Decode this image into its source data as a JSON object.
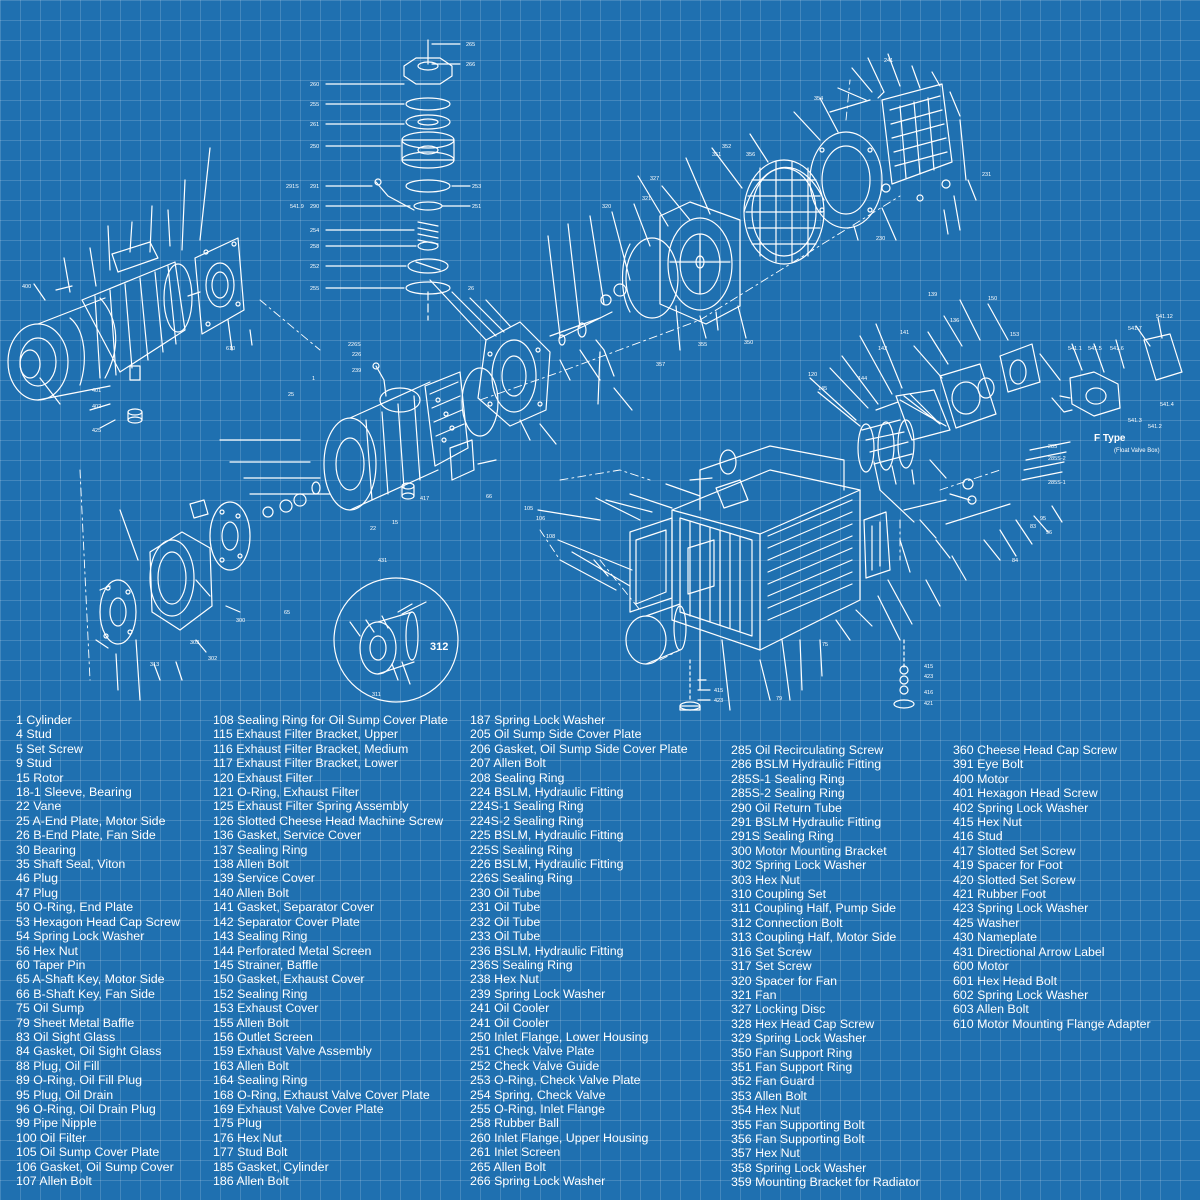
{
  "diagram": {
    "f_type_title": "F Type",
    "f_type_subtitle": "(Float Valve Box)",
    "coupling_box_label": "312",
    "labels": {
      "l265": "265",
      "l266": "266",
      "l260": "260",
      "l255a": "255",
      "l261": "261",
      "l250": "250",
      "l291s": "291S",
      "l291": "291",
      "l253": "253",
      "l5419": "541.9",
      "l290": "290",
      "l251": "251",
      "l254": "254",
      "l258": "258",
      "l252": "252",
      "l255b": "255",
      "l400": "400",
      "l401": "401",
      "l402": "402",
      "l610": "610",
      "l425": "425",
      "l417": "417",
      "l431": "431",
      "l1": "1",
      "l25": "25",
      "l26": "26",
      "l15": "15",
      "l22": "22",
      "l239": "239",
      "l226": "226",
      "l226s": "226S",
      "l65": "65",
      "l79": "79",
      "l75": "75",
      "l300": "300",
      "l303": "303",
      "l313": "313",
      "l302": "302",
      "l311": "311",
      "l66": "66",
      "l350": "350",
      "l351": "351",
      "l352": "352",
      "l354": "354",
      "l355": "355",
      "l356": "356",
      "l357": "357",
      "l320": "320",
      "l321": "321",
      "l327": "327",
      "l230": "230",
      "l231": "231",
      "l241": "241",
      "l285": "285",
      "l285s1": "285S-1",
      "l285s2": "285S-2",
      "l142": "142",
      "l141": "141",
      "l144": "144",
      "l139": "139",
      "l136": "136",
      "l84": "84",
      "l83": "83",
      "l95": "95",
      "l96": "96",
      "l5411": "541.1",
      "l5412": "541.2",
      "l5414": "541.4",
      "l5415": "541.5",
      "l5416": "541.6",
      "l5417": "541.7",
      "l54112": "541.12",
      "l5413": "541.3",
      "l415": "415",
      "l423": "423",
      "l416": "416",
      "l421": "421",
      "l430": "430",
      "l120": "120",
      "l145": "145",
      "l150": "150",
      "l153": "153",
      "l108": "108",
      "l105": "105",
      "l106": "106"
    }
  },
  "parts_columns": [
    [
      "1 Cylinder",
      "4 Stud",
      "5 Set Screw",
      "9 Stud",
      "15 Rotor",
      "18-1 Sleeve, Bearing",
      "22 Vane",
      "25 A-End Plate, Motor Side",
      "26 B-End Plate, Fan Side",
      "30 Bearing",
      "35 Shaft Seal, Viton",
      "46 Plug",
      "47 Plug",
      "50 O-Ring, End Plate",
      "53 Hexagon Head Cap Screw",
      "54 Spring Lock Washer",
      "56 Hex Nut",
      "60 Taper Pin",
      "65 A-Shaft Key, Motor Side",
      "66 B-Shaft Key, Fan Side",
      "75 Oil Sump",
      "79 Sheet Metal Baffle",
      "83 Oil Sight Glass",
      "84 Gasket, Oil Sight Glass",
      "88 Plug, Oil Fill",
      "89 O-Ring, Oil Fill Plug",
      "95 Plug, Oil Drain",
      "96 O-Ring, Oil Drain Plug",
      "99 Pipe Nipple",
      "100 Oil Filter",
      "105 Oil Sump Cover Plate",
      "106 Gasket, Oil Sump Cover",
      "107 Allen Bolt"
    ],
    [
      "108 Sealing Ring for Oil Sump Cover Plate",
      "115 Exhaust Filter Bracket, Upper",
      "116 Exhaust Filter Bracket, Medium",
      "117 Exhaust Filter Bracket, Lower",
      "120 Exhaust Filter",
      "121 O-Ring, Exhaust Filter",
      "125 Exhaust Filter Spring Assembly",
      "126 Slotted Cheese Head Machine Screw",
      "136 Gasket, Service Cover",
      "137 Sealing Ring",
      "138 Allen Bolt",
      "139 Service Cover",
      "140 Allen Bolt",
      "141 Gasket, Separator Cover",
      "142 Separator Cover Plate",
      "143 Sealing Ring",
      "144 Perforated Metal Screen",
      "145 Strainer, Baffle",
      "150 Gasket, Exhaust Cover",
      "152 Sealing Ring",
      "153 Exhaust Cover",
      "155 Allen Bolt",
      "156 Outlet Screen",
      "159 Exhaust Valve Assembly",
      "163 Allen Bolt",
      "164 Sealing Ring",
      "168 O-Ring, Exhaust Valve Cover Plate",
      "169 Exhaust Valve Cover Plate",
      "175 Plug",
      "176 Hex Nut",
      "177 Stud Bolt",
      "185 Gasket, Cylinder",
      "186 Allen Bolt"
    ],
    [
      "187 Spring Lock Washer",
      "205 Oil Sump Side Cover Plate",
      "206 Gasket, Oil Sump Side Cover Plate",
      "207 Allen Bolt",
      "208 Sealing Ring",
      "224 BSLM, Hydraulic Fitting",
      "224S-1 Sealing Ring",
      "224S-2 Sealing Ring",
      "225 BSLM, Hydraulic Fitting",
      "225S Sealing Ring",
      "226 BSLM, Hydraulic Fitting",
      "226S Sealing Ring",
      "230 Oil Tube",
      "231 Oil Tube",
      "232 Oil Tube",
      "233 Oil Tube",
      "236 BSLM, Hydraulic Fitting",
      "236S Sealing Ring",
      "238 Hex Nut",
      "239 Spring Lock Washer",
      "241 Oil Cooler",
      "241 Oil Cooler",
      "250 Inlet Flange, Lower Housing",
      "251 Check Valve Plate",
      "252 Check Valve Guide",
      "253 O-Ring, Check Valve Plate",
      "254 Spring, Check Valve",
      "255 O-Ring, Inlet Flange",
      "258 Rubber Ball",
      "260 Inlet Flange, Upper Housing",
      "261 Inlet Screen",
      "265 Allen Bolt",
      "266 Spring Lock Washer"
    ],
    [
      "285 Oil Recirculating Screw",
      "286 BSLM Hydraulic Fitting",
      "285S-1 Sealing Ring",
      "285S-2 Sealing Ring",
      "290 Oil Return Tube",
      "291 BSLM Hydraulic Fitting",
      "291S Sealing Ring",
      "300 Motor Mounting Bracket",
      "302 Spring Lock Washer",
      "303 Hex Nut",
      "310 Coupling Set",
      "311 Coupling Half, Pump Side",
      "312 Connection Bolt",
      "313 Coupling Half, Motor Side",
      "316 Set Screw",
      "317 Set Screw",
      "320 Spacer for Fan",
      "321 Fan",
      "327 Locking Disc",
      "328 Hex Head Cap Screw",
      "329 Spring Lock Washer",
      "350 Fan Support Ring",
      "351 Fan Support Ring",
      "352 Fan Guard",
      "353 Allen Bolt",
      "354 Hex Nut",
      "355 Fan Supporting Bolt",
      "356 Fan Supporting Bolt",
      "357 Hex Nut",
      "358 Spring Lock Washer",
      "359 Mounting Bracket for Radiator"
    ],
    [
      "360 Cheese Head Cap Screw",
      "391 Eye Bolt",
      "400 Motor",
      "401 Hexagon Head Screw",
      "402 Spring Lock Washer",
      "415 Hex Nut",
      "416 Stud",
      "417 Slotted Set Screw",
      "419 Spacer for Foot",
      "420 Slotted Set Screw",
      "421 Rubber Foot",
      "423 Spring Lock Washer",
      "425 Washer",
      "430 Nameplate",
      "431 Directional Arrow Label",
      "600 Motor",
      "601 Hex Head Bolt",
      "602 Spring Lock Washer",
      "603 Allen Bolt",
      "610 Motor Mounting Flange Adapter"
    ]
  ]
}
